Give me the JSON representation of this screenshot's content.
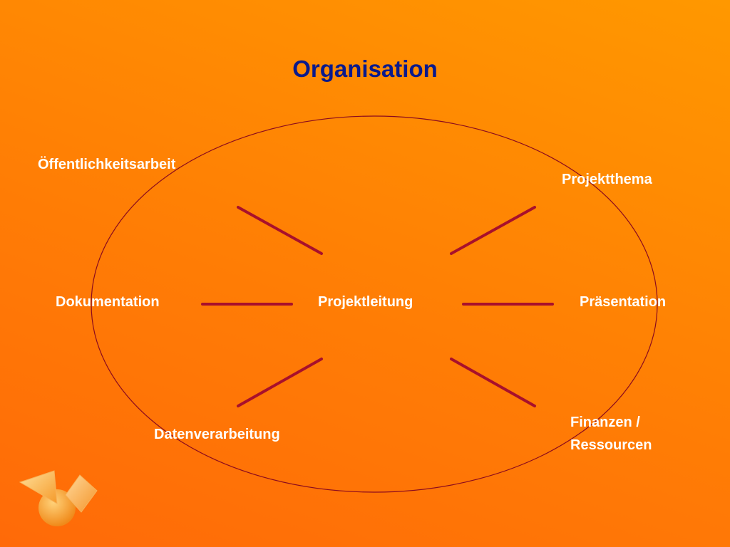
{
  "slide": {
    "title": "Organisation",
    "center": "Projektleitung",
    "nodes": {
      "top_left": "Öffentlichkeitsarbeit",
      "top_right": "Projektthema",
      "left": "Dokumentation",
      "right": "Präsentation",
      "bottom_left": "Datenverarbeitung",
      "bottom_right_line1": "Finanzen /",
      "bottom_right_line2": "Ressourcen"
    }
  },
  "colors": {
    "background_light": "#ff9800",
    "background_dark": "#ff6a08",
    "title": "#0a1a8c",
    "label": "#ffffff",
    "connector": "#a8102c",
    "ellipse": "#8b0a1e"
  }
}
